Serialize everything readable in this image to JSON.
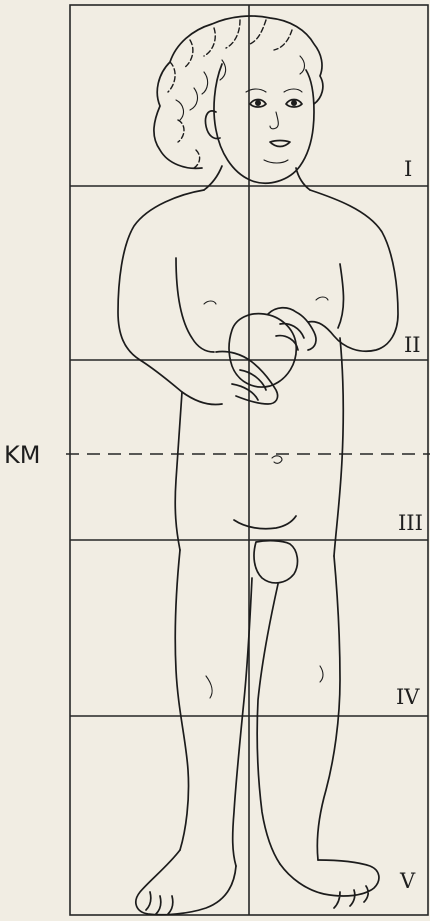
{
  "figure": {
    "marker_label": "KM",
    "sections": [
      {
        "label": "I"
      },
      {
        "label": "II"
      },
      {
        "label": "III"
      },
      {
        "label": "IV"
      },
      {
        "label": "V"
      }
    ]
  }
}
